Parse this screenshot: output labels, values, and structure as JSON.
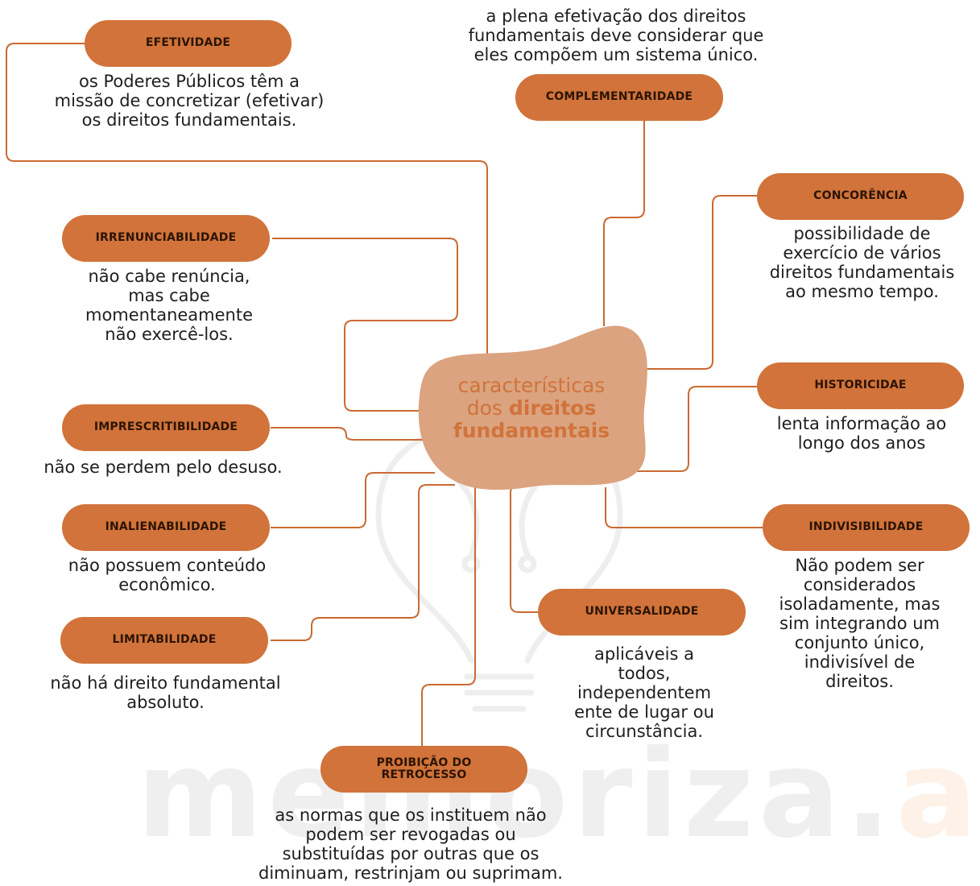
{
  "watermark": {
    "main": "memoriza.",
    "accent": "ai"
  },
  "center": {
    "line1": "características",
    "line2_plain": "dos",
    "line2_bold": "direitos",
    "line3_bold": "fundamentais"
  },
  "nodes": {
    "efetividade": {
      "label": "EFETIVIDADE",
      "text": [
        "os Poderes Públicos têm a",
        "missão de concretizar (efetivar)",
        "os direitos fundamentais."
      ]
    },
    "complementaridade": {
      "label": "COMPLEMENTARIDADE",
      "text": [
        "a plena efetivação dos direitos",
        "fundamentais deve considerar que",
        "eles compõem um sistema único."
      ]
    },
    "concorrencia": {
      "label": "CONCORÊNCIA",
      "text": [
        "possibilidade de",
        "exercício de vários",
        "direitos fundamentais",
        "ao mesmo tempo."
      ]
    },
    "irrenunciabilidade": {
      "label": "IRRENUNCIABILIDADE",
      "text": [
        "não cabe renúncia,",
        "mas cabe",
        "momentaneamente",
        "não exercê-los."
      ]
    },
    "historicidade": {
      "label": "HISTORICIDAE",
      "text": [
        "lenta informação ao",
        "longo dos anos"
      ]
    },
    "imprescritibilidade": {
      "label": "IMPRESCRITIBILIDADE",
      "text": [
        "não se perdem pelo desuso."
      ]
    },
    "inalienabilidade": {
      "label": "INALIENABILIDADE",
      "text": [
        "não possuem conteúdo",
        "econômico."
      ]
    },
    "indivisibilidade": {
      "label": "INDIVISIBILIDADE",
      "text": [
        "Não podem ser",
        "considerados",
        "isoladamente, mas",
        "sim integrando um",
        "conjunto único,",
        "indivisível de",
        "direitos."
      ]
    },
    "universalidade": {
      "label": "UNIVERSALIDADE",
      "text": [
        "aplicáveis a",
        "todos,",
        "independentem",
        "ente de lugar ou",
        "circunstância."
      ]
    },
    "limitabilidade": {
      "label": "LIMITABILIDADE",
      "text": [
        "não há direito fundamental",
        "absoluto."
      ]
    },
    "proibicao": {
      "label_line1": "PROIBIÇÃO DO",
      "label_line2": "RETROCESSO",
      "text": [
        "as normas que os instituem não",
        "podem ser revogadas ou",
        "substituídas por outras que os",
        "diminuam, restrinjam ou suprimam."
      ]
    }
  },
  "colors": {
    "pill": "#d1733a",
    "line": "#c96a33",
    "blob": "#dba37f",
    "center_text": "#d1733a",
    "text": "#1e1e1e"
  }
}
